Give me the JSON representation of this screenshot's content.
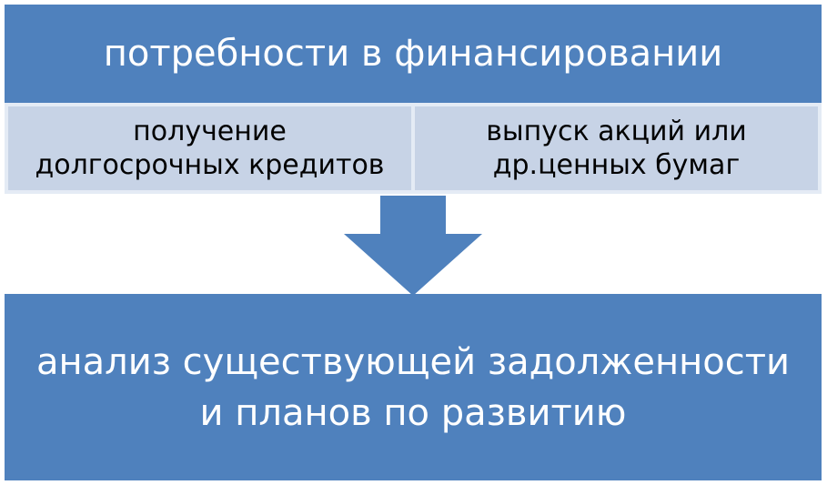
{
  "diagram": {
    "top_box": {
      "label": "потребности в финансировании"
    },
    "options": [
      {
        "label": "получение\nдолгосрочных кредитов"
      },
      {
        "label": "выпуск акций или\nдр.ценных бумаг"
      }
    ],
    "bottom_box": {
      "label": "анализ существующей задолженности\nи планов по развитию"
    },
    "colors": {
      "primary": "#4f81bd",
      "secondary_bg": "#e4ebf5",
      "secondary_cell": "#c7d3e6"
    }
  }
}
